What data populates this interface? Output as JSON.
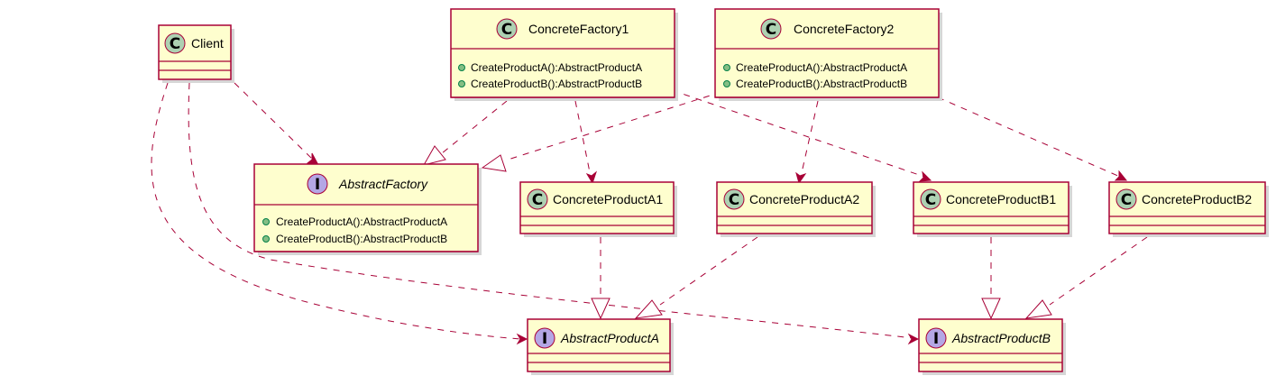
{
  "diagram": {
    "classes": {
      "client": {
        "name": "Client",
        "kind": "C",
        "members": []
      },
      "concrete_factory_1": {
        "name": "ConcreteFactory1",
        "kind": "C",
        "members": [
          "CreateProductA():AbstractProductA",
          "CreateProductB():AbstractProductB"
        ]
      },
      "concrete_factory_2": {
        "name": "ConcreteFactory2",
        "kind": "C",
        "members": [
          "CreateProductA():AbstractProductA",
          "CreateProductB():AbstractProductB"
        ]
      },
      "abstract_factory": {
        "name": "AbstractFactory",
        "kind": "I",
        "members": [
          "CreateProductA():AbstractProductA",
          "CreateProductB():AbstractProductB"
        ]
      },
      "concrete_product_a1": {
        "name": "ConcreteProductA1",
        "kind": "C",
        "members": []
      },
      "concrete_product_a2": {
        "name": "ConcreteProductA2",
        "kind": "C",
        "members": []
      },
      "concrete_product_b1": {
        "name": "ConcreteProductB1",
        "kind": "C",
        "members": []
      },
      "concrete_product_b2": {
        "name": "ConcreteProductB2",
        "kind": "C",
        "members": []
      },
      "abstract_product_a": {
        "name": "AbstractProductA",
        "kind": "I",
        "members": []
      },
      "abstract_product_b": {
        "name": "AbstractProductB",
        "kind": "I",
        "members": []
      }
    },
    "relations": [
      {
        "from": "Client",
        "to": "AbstractFactory",
        "type": "dependency"
      },
      {
        "from": "Client",
        "to": "AbstractProductA",
        "type": "dependency"
      },
      {
        "from": "Client",
        "to": "AbstractProductB",
        "type": "dependency"
      },
      {
        "from": "ConcreteFactory1",
        "to": "AbstractFactory",
        "type": "realization"
      },
      {
        "from": "ConcreteFactory2",
        "to": "AbstractFactory",
        "type": "realization"
      },
      {
        "from": "ConcreteFactory1",
        "to": "ConcreteProductA1",
        "type": "dependency"
      },
      {
        "from": "ConcreteFactory1",
        "to": "ConcreteProductB1",
        "type": "dependency"
      },
      {
        "from": "ConcreteFactory2",
        "to": "ConcreteProductA2",
        "type": "dependency"
      },
      {
        "from": "ConcreteFactory2",
        "to": "ConcreteProductB2",
        "type": "dependency"
      },
      {
        "from": "ConcreteProductA1",
        "to": "AbstractProductA",
        "type": "realization"
      },
      {
        "from": "ConcreteProductA2",
        "to": "AbstractProductA",
        "type": "realization"
      },
      {
        "from": "ConcreteProductB1",
        "to": "AbstractProductB",
        "type": "realization"
      },
      {
        "from": "ConcreteProductB2",
        "to": "AbstractProductB",
        "type": "realization"
      }
    ],
    "colors": {
      "box_fill": "#FEFECE",
      "border": "#A80036",
      "class_badge": "#ADD1B2",
      "interface_badge": "#B4A7E5",
      "public_marker": "#84BE84"
    }
  }
}
